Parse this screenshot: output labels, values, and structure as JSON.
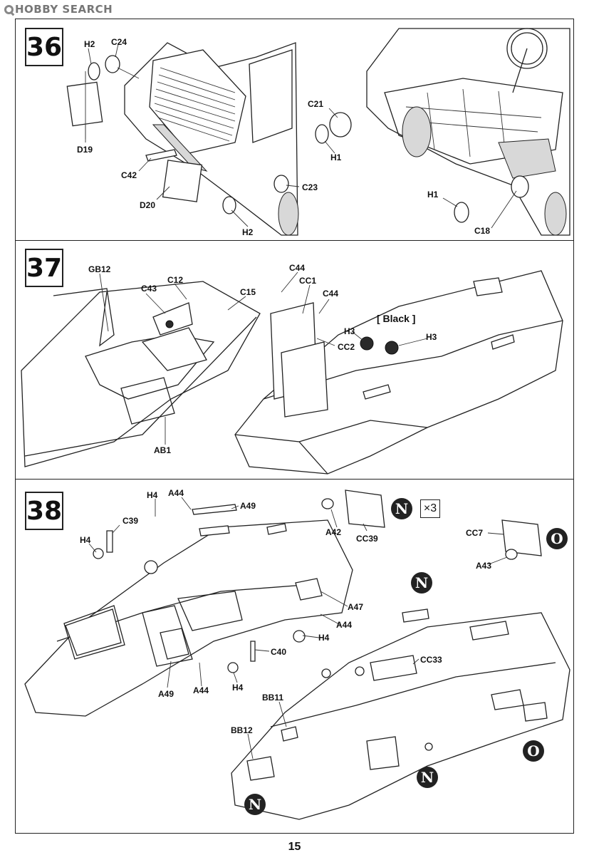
{
  "logo": {
    "text": "HOBBY SEARCH"
  },
  "page_number": "15",
  "steps": [
    {
      "number": "36",
      "labels": [
        "H2",
        "C24",
        "D19",
        "C42",
        "D20",
        "C23",
        "H2",
        "C21",
        "H1",
        "H1",
        "C18"
      ]
    },
    {
      "number": "37",
      "labels": [
        "GB12",
        "C43",
        "C12",
        "C15",
        "AB1",
        "C44",
        "CC1",
        "C44",
        "[ Black ]",
        "H3",
        "H3",
        "CC2"
      ]
    },
    {
      "number": "38",
      "labels": [
        "H4",
        "A44",
        "A49",
        "C39",
        "H4",
        "A47",
        "A44",
        "H4",
        "C40",
        "A49",
        "A44",
        "H4",
        "A42",
        "CC39",
        "CC7",
        "A43",
        "CC33",
        "BB11",
        "BB12"
      ]
    }
  ],
  "markers": {
    "n": "N",
    "o": "O",
    "multiplier": "×3"
  }
}
